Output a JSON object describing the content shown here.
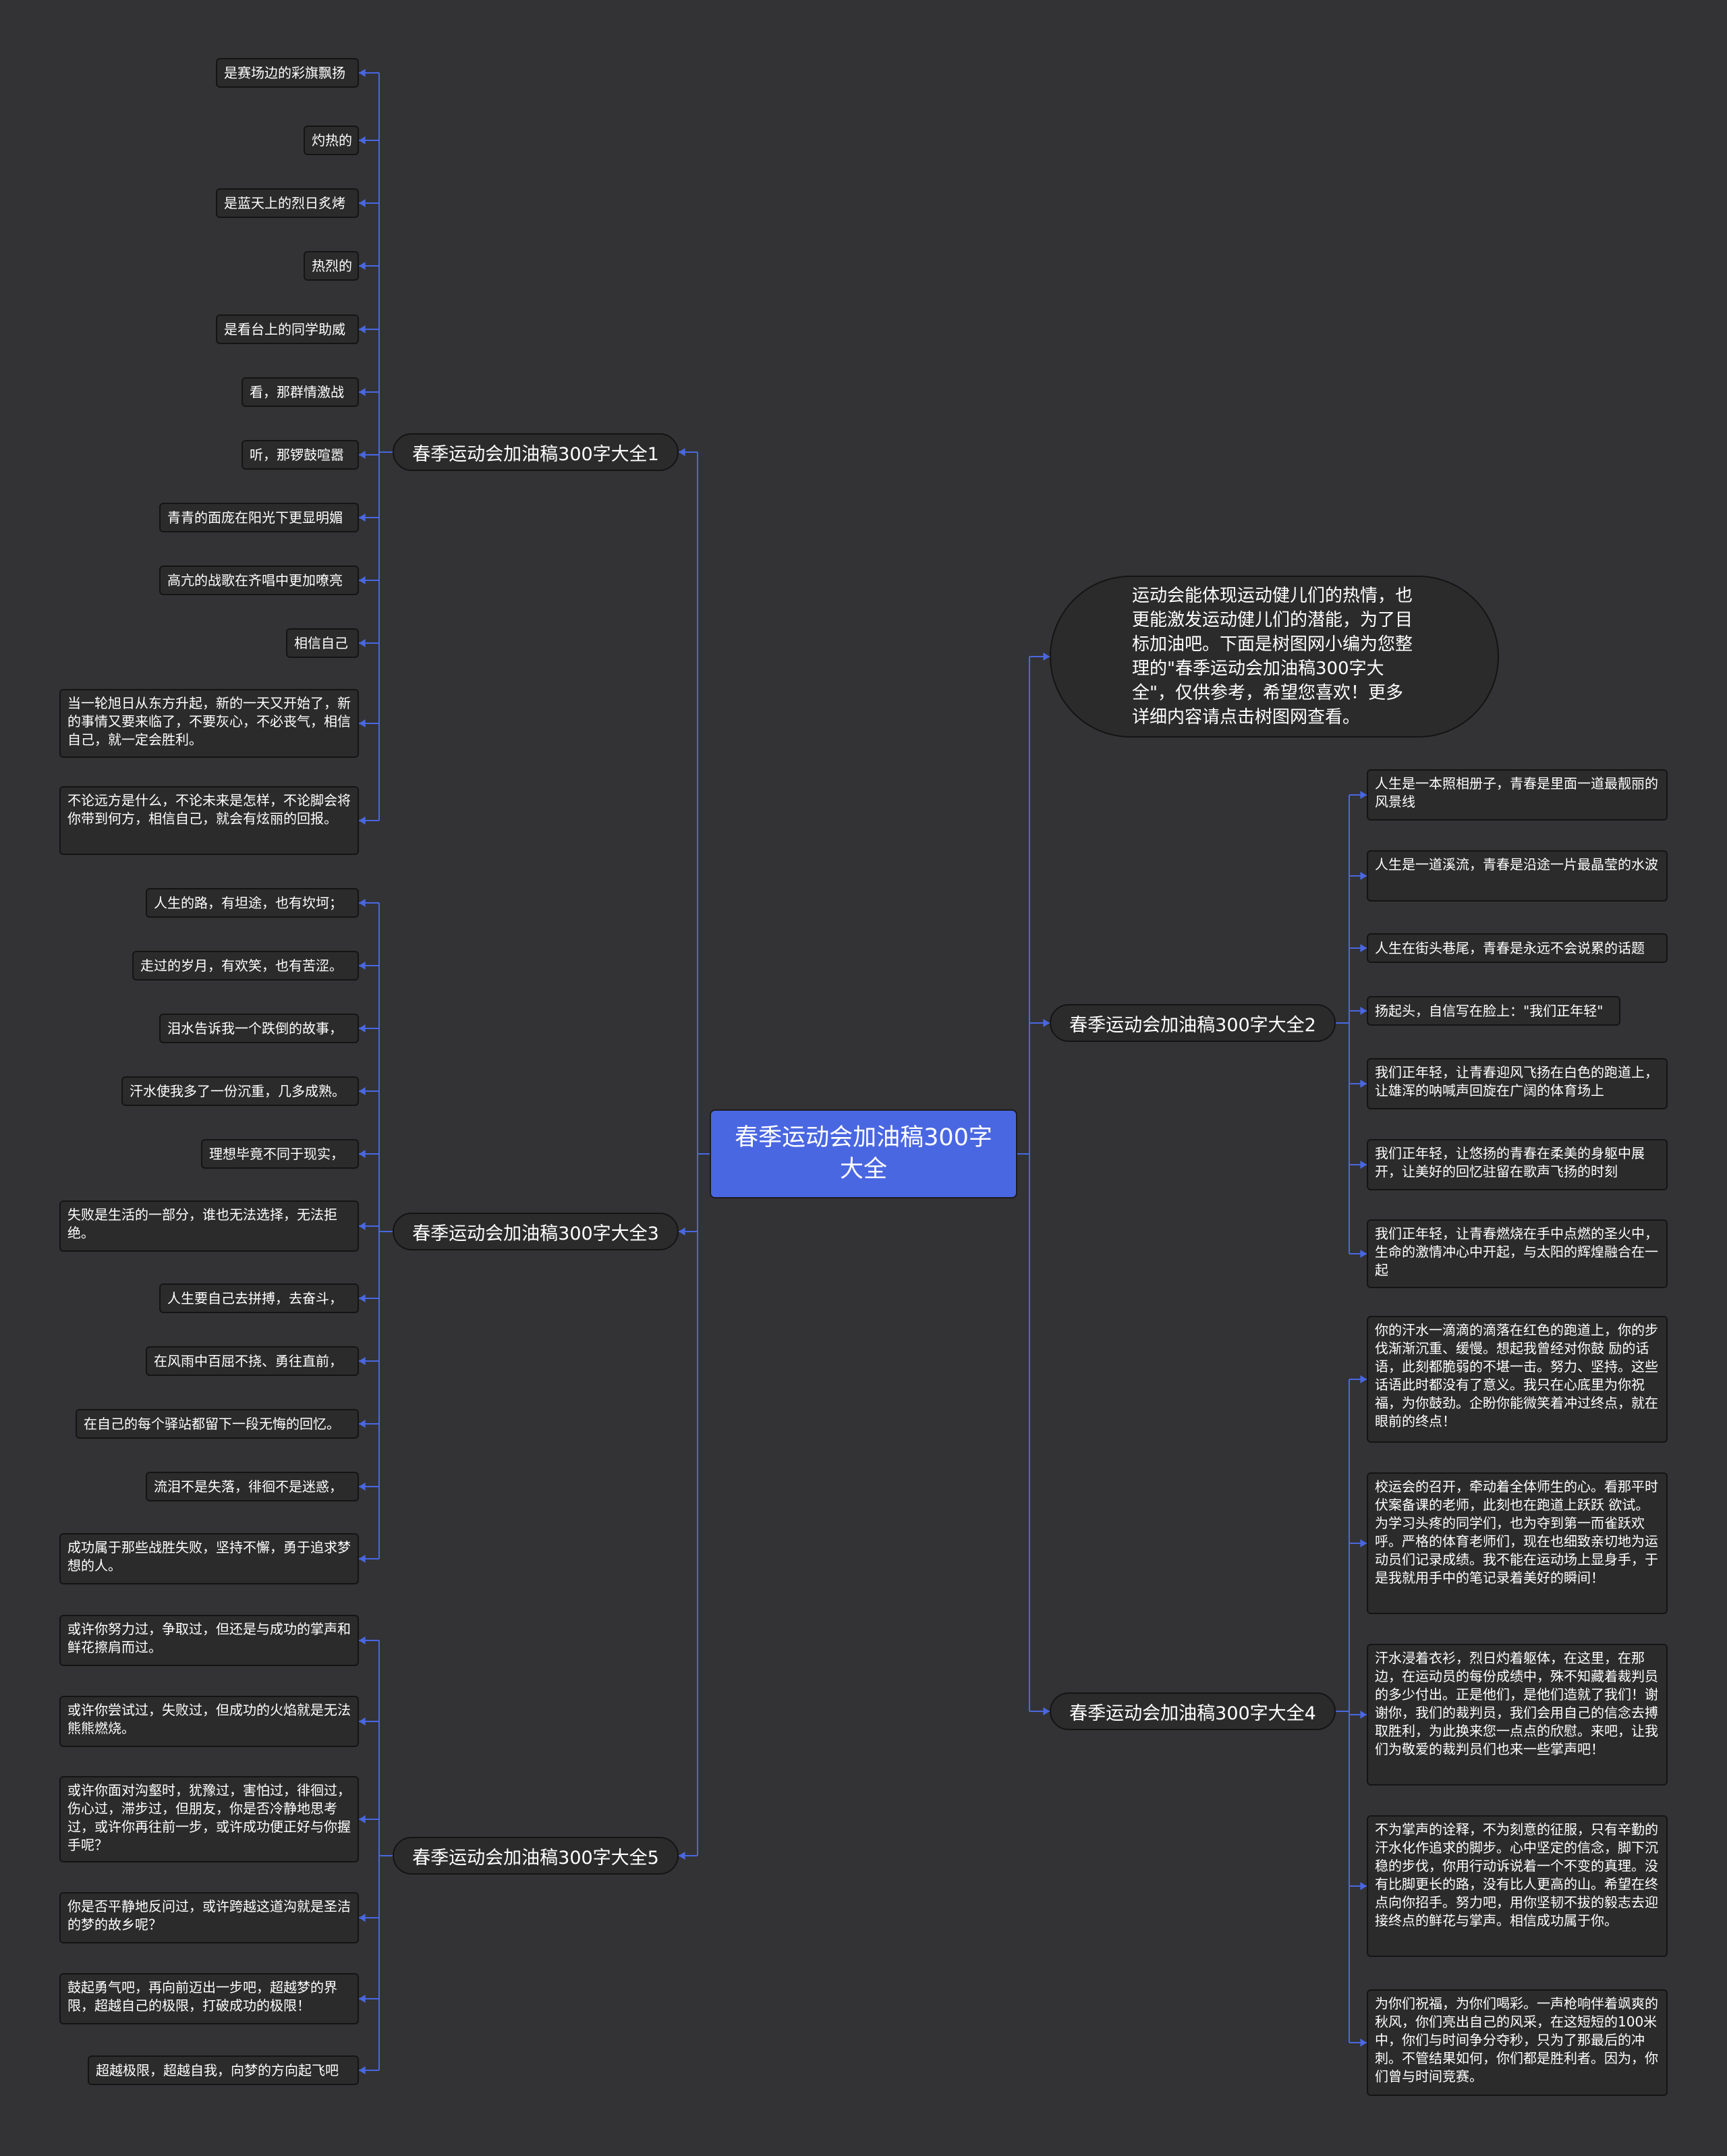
{
  "root": {
    "title": "春季运动会加油稿300字大全"
  },
  "intro": "运动会能体现运动健儿们的热情，也更能激发运动健儿们的潜能，为了目标加油吧。下面是树图网小编为您整理的\"春季运动会加油稿300字大全\"，仅供参考，希望您喜欢！更多详细内容请点击树图网查看。",
  "branches": [
    {
      "label": "春季运动会加油稿300字大全1",
      "items": [
        "是赛场边的彩旗飘扬",
        "灼热的",
        "是蓝天上的烈日炙烤",
        "热烈的",
        "是看台上的同学助威",
        "看，那群情激战",
        "听，那锣鼓喧嚣",
        "青青的面庞在阳光下更显明媚",
        "高亢的战歌在齐唱中更加嘹亮",
        "相信自己",
        "当一轮旭日从东方升起，新的一天又开始了，新的事情又要来临了，不要灰心，不必丧气，相信自己，就一定会胜利。",
        "不论远方是什么，不论未来是怎样，不论脚会将你带到何方，相信自己，就会有炫丽的回报。"
      ]
    },
    {
      "label": "春季运动会加油稿300字大全2",
      "items": [
        "人生是一本照相册子，青春是里面一道最靓丽的风景线",
        "人生是一道溪流，青春是沿途一片最晶莹的水波",
        "人生在街头巷尾，青春是永远不会说累的话题",
        "扬起头，自信写在脸上：\"我们正年轻\"",
        "我们正年轻，让青春迎风飞扬在白色的跑道上，让雄浑的呐喊声回旋在广阔的体育场上",
        "我们正年轻，让悠扬的青春在柔美的身躯中展开，让美好的回忆驻留在歌声飞扬的时刻",
        "我们正年轻，让青春燃烧在手中点燃的圣火中，生命的激情冲心中开起，与太阳的辉煌融合在一起"
      ]
    },
    {
      "label": "春季运动会加油稿300字大全3",
      "items": [
        "人生的路，有坦途，也有坎坷；",
        "走过的岁月，有欢笑，也有苦涩。",
        "泪水告诉我一个跌倒的故事，",
        "汗水使我多了一份沉重，几多成熟。",
        "理想毕竟不同于现实，",
        "失败是生活的一部分，谁也无法选择，无法拒绝。",
        "人生要自己去拼搏，去奋斗，",
        "在风雨中百屈不挠、勇往直前，",
        "在自己的每个驿站都留下一段无悔的回忆。",
        "流泪不是失落，徘徊不是迷惑，",
        "成功属于那些战胜失败，坚持不懈，勇于追求梦想的人。"
      ]
    },
    {
      "label": "春季运动会加油稿300字大全4",
      "items": [
        "你的汗水一滴滴的滴落在红色的跑道上，你的步伐渐渐沉重、缓慢。想起我曾经对你鼓 励的话语，此刻都脆弱的不堪一击。努力、坚持。这些话语此时都没有了意义。我只在心底里为你祝福，为你鼓劲。企盼你能微笑着冲过终点，就在眼前的终点！",
        "校运会的召开，牵动着全体师生的心。看那平时伏案备课的老师，此刻也在跑道上跃跃 欲试。为学习头疼的同学们，也为夺到第一而雀跃欢呼。严格的体育老师们，现在也细致亲切地为运动员们记录成绩。我不能在运动场上显身手，于是我就用手中的笔记录着美好的瞬间！",
        "汗水浸着衣衫，烈日灼着躯体，在这里，在那边，在运动员的每份成绩中，殊不知藏着裁判员的多少付出。正是他们，是他们造就了我们！谢谢你，我们的裁判员，我们会用自己的信念去搏取胜利，为此换来您一点点的欣慰。来吧，让我们为敬爱的裁判员们也来一些掌声吧！",
        "不为掌声的诠释，不为刻意的征服，只有辛勤的汗水化作追求的脚步。心中坚定的信念，脚下沉稳的步伐，你用行动诉说着一个不变的真理。没有比脚更长的路，没有比人更高的山。希望在终点向你招手。努力吧，用你坚韧不拔的毅志去迎接终点的鲜花与掌声。相信成功属于你。",
        "为你们祝福，为你们喝彩。一声枪响伴着飒爽的秋风，你们亮出自己的风采，在这短短的100米中，你们与时间争分夺秒，只为了那最后的冲刺。不管结果如何，你们都是胜利者。因为，你们曾与时间竞赛。"
      ]
    },
    {
      "label": "春季运动会加油稿300字大全5",
      "items": [
        "或许你努力过，争取过，但还是与成功的掌声和鲜花擦肩而过。",
        "或许你尝试过，失败过，但成功的火焰就是无法熊熊燃烧。",
        "或许你面对沟壑时，犹豫过，害怕过，徘徊过，伤心过，滞步过，但朋友，你是否冷静地思考过，或许你再往前一步，或许成功便正好与你握手呢？",
        "你是否平静地反问过，或许跨越这道沟就是圣洁的梦的故乡呢？",
        "鼓起勇气吧，再向前迈出一步吧，超越梦的界限，超越自己的极限，打破成功的极限！",
        "超越极限，超越自我，向梦的方向起飞吧"
      ]
    }
  ],
  "colors": {
    "background": "#333335",
    "root": "#4a67e2",
    "node": "#2b2b2b",
    "line": "#4a67e2"
  }
}
